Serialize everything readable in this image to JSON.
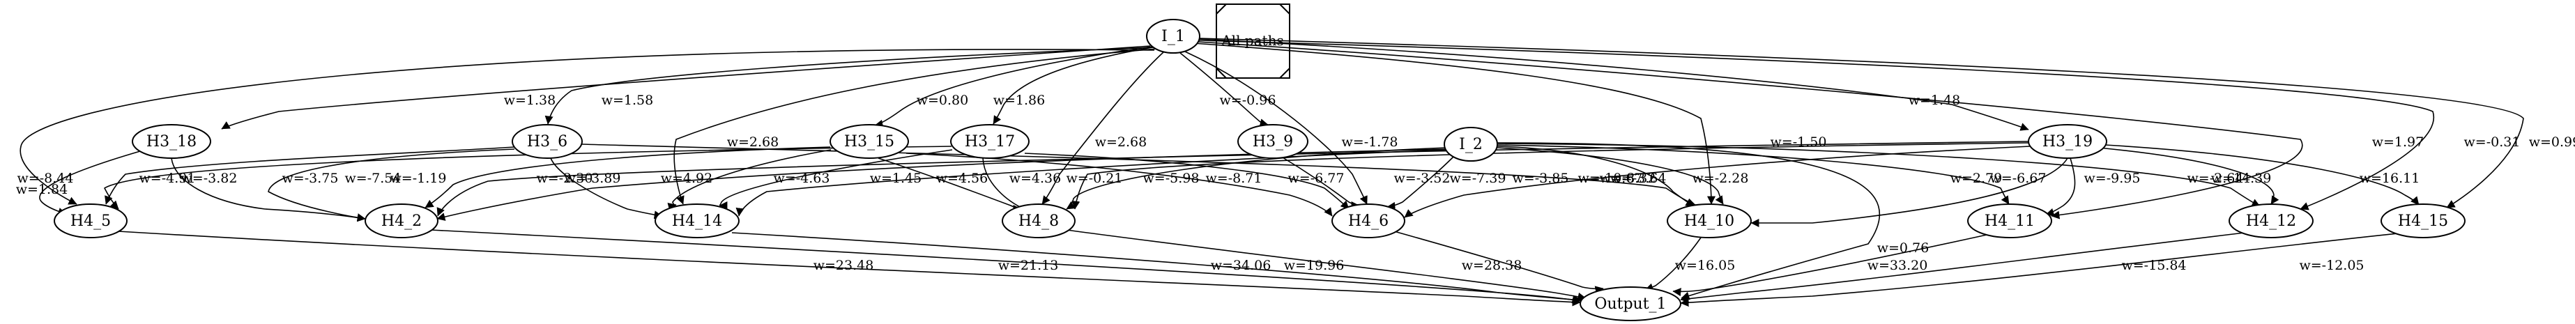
{
  "legend": {
    "label": "All paths"
  },
  "nodes": [
    {
      "id": "I_1",
      "label": "I_1"
    },
    {
      "id": "I_2",
      "label": "I_2"
    },
    {
      "id": "H3_18",
      "label": "H3_18"
    },
    {
      "id": "H3_6",
      "label": "H3_6"
    },
    {
      "id": "H3_15",
      "label": "H3_15"
    },
    {
      "id": "H3_17",
      "label": "H3_17"
    },
    {
      "id": "H3_9",
      "label": "H3_9"
    },
    {
      "id": "H3_19",
      "label": "H3_19"
    },
    {
      "id": "H4_5",
      "label": "H4_5"
    },
    {
      "id": "H4_2",
      "label": "H4_2"
    },
    {
      "id": "H4_14",
      "label": "H4_14"
    },
    {
      "id": "H4_8",
      "label": "H4_8"
    },
    {
      "id": "H4_6",
      "label": "H4_6"
    },
    {
      "id": "H4_10",
      "label": "H4_10"
    },
    {
      "id": "H4_11",
      "label": "H4_11"
    },
    {
      "id": "H4_12",
      "label": "H4_12"
    },
    {
      "id": "H4_15",
      "label": "H4_15"
    },
    {
      "id": "Output_1",
      "label": "Output_1"
    }
  ],
  "edges": [
    {
      "from": "I_1",
      "to": "H4_5",
      "label": "w=1.84"
    },
    {
      "from": "I_1",
      "to": "H3_18",
      "label": "w=1.38"
    },
    {
      "from": "I_1",
      "to": "H3_6",
      "label": "w=1.58"
    },
    {
      "from": "I_1",
      "to": "H4_14",
      "label": "w=2.68"
    },
    {
      "from": "I_1",
      "to": "H3_15",
      "label": "w=0.80"
    },
    {
      "from": "I_1",
      "to": "H3_17",
      "label": "w=1.86"
    },
    {
      "from": "I_1",
      "to": "H4_8",
      "label": "w=2.68"
    },
    {
      "from": "I_1",
      "to": "H3_9",
      "label": "w=-0.96"
    },
    {
      "from": "I_1",
      "to": "H4_6",
      "label": "w=-1.78"
    },
    {
      "from": "I_1",
      "to": "H4_10",
      "label": "w=-1.50"
    },
    {
      "from": "I_1",
      "to": "H3_19",
      "label": "w=1.48"
    },
    {
      "from": "I_1",
      "to": "H4_11",
      "label": "w=1.97"
    },
    {
      "from": "I_1",
      "to": "H4_12",
      "label": "w=-0.31"
    },
    {
      "from": "I_1",
      "to": "H4_15",
      "label": "w=0.99"
    },
    {
      "from": "H3_18",
      "to": "H4_5",
      "label": "w=-8.44"
    },
    {
      "from": "H3_18",
      "to": "H4_2",
      "label": "w=-3.82"
    },
    {
      "from": "H3_6",
      "to": "H4_5",
      "label": "w=-4.91"
    },
    {
      "from": "H3_6",
      "to": "H4_2",
      "label": "w=-3.75"
    },
    {
      "from": "H3_6",
      "to": "H4_14",
      "label": "w=-3.89"
    },
    {
      "from": "H3_6",
      "to": "H4_10",
      "label": "w=-3.64"
    },
    {
      "from": "H3_15",
      "to": "H4_2",
      "label": "w=-7.54"
    },
    {
      "from": "H3_15",
      "to": "H4_14",
      "label": "w=4.92"
    },
    {
      "from": "H3_15",
      "to": "H4_8",
      "label": "w=4.56"
    },
    {
      "from": "H3_15",
      "to": "H4_6",
      "label": "w=-5.98"
    },
    {
      "from": "H3_17",
      "to": "H4_5",
      "label": "w=-1.19"
    },
    {
      "from": "H3_17",
      "to": "H4_14",
      "label": "w=-4.63"
    },
    {
      "from": "H3_17",
      "to": "H4_8",
      "label": "w=4.36"
    },
    {
      "from": "H3_17",
      "to": "H4_6",
      "label": "w=-8.71"
    },
    {
      "from": "H3_9",
      "to": "H4_6",
      "label": "w=-6.77"
    },
    {
      "from": "I_2",
      "to": "H4_2",
      "label": "w=-2.30"
    },
    {
      "from": "I_2",
      "to": "H4_14",
      "label": "w=1.45"
    },
    {
      "from": "I_2",
      "to": "H4_8",
      "label": "w=-0.21"
    },
    {
      "from": "I_2",
      "to": "H4_6",
      "label": "w=-3.52"
    },
    {
      "from": "I_2",
      "to": "H4_10",
      "label": "w=-2.28"
    },
    {
      "from": "I_2",
      "to": "H4_11",
      "label": "w=2.79"
    },
    {
      "from": "I_2",
      "to": "H4_12",
      "label": "w=-2.64"
    },
    {
      "from": "I_2",
      "to": "Output_1",
      "label": "w=0.76"
    },
    {
      "from": "I_2",
      "to": "H4_10",
      "label": "w=-8.32"
    },
    {
      "from": "H3_19",
      "to": "H4_2",
      "label": "w=-3.85"
    },
    {
      "from": "H3_19",
      "to": "H4_8",
      "label": "w=-7.39"
    },
    {
      "from": "H3_19",
      "to": "H4_6",
      "label": "w=-10.67"
    },
    {
      "from": "H3_19",
      "to": "H4_10",
      "label": "w=-6.67"
    },
    {
      "from": "H3_19",
      "to": "H4_11",
      "label": "w=-9.95"
    },
    {
      "from": "H3_19",
      "to": "H4_12",
      "label": "w=14.39"
    },
    {
      "from": "H3_19",
      "to": "H4_15",
      "label": "w=16.11"
    },
    {
      "from": "H4_5",
      "to": "Output_1",
      "label": "w=23.48"
    },
    {
      "from": "H4_2",
      "to": "Output_1",
      "label": "w=21.13"
    },
    {
      "from": "H4_14",
      "to": "Output_1",
      "label": "w=34.06"
    },
    {
      "from": "H4_8",
      "to": "Output_1",
      "label": "w=19.96"
    },
    {
      "from": "H4_6",
      "to": "Output_1",
      "label": "w=28.38"
    },
    {
      "from": "H4_10",
      "to": "Output_1",
      "label": "w=16.05"
    },
    {
      "from": "H4_11",
      "to": "Output_1",
      "label": "w=33.20"
    },
    {
      "from": "H4_12",
      "to": "Output_1",
      "label": "w=-15.84"
    },
    {
      "from": "H4_15",
      "to": "Output_1",
      "label": "w=-12.05"
    }
  ]
}
